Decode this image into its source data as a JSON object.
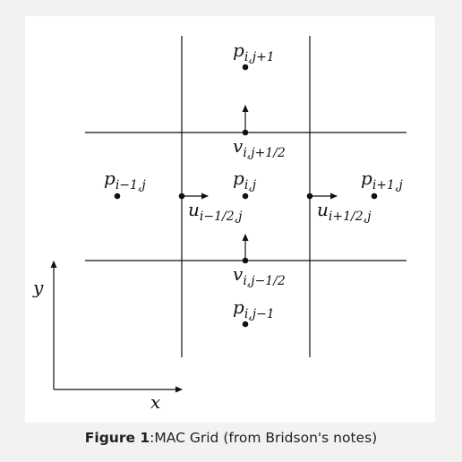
{
  "figure": {
    "caption_label": "Figure 1",
    "caption_separator": ":",
    "caption_text": "MAC Grid (from Bridson's notes)"
  },
  "labels": {
    "p_top": {
      "base": "p",
      "sub": "i,j+1"
    },
    "v_top": {
      "base": "v",
      "sub": "i,j+1/2"
    },
    "p_left": {
      "base": "p",
      "sub": "i−1,j"
    },
    "p_center": {
      "base": "p",
      "sub": "i,j"
    },
    "p_right": {
      "base": "p",
      "sub": "i+1,j"
    },
    "u_left": {
      "base": "u",
      "sub": "i−1/2,j"
    },
    "u_right": {
      "base": "u",
      "sub": "i+1/2,j"
    },
    "v_bottom": {
      "base": "v",
      "sub": "i,j−1/2"
    },
    "p_bottom": {
      "base": "p",
      "sub": "i,j−1"
    },
    "axis_x": "x",
    "axis_y": "y"
  },
  "colors": {
    "ink": "#111111",
    "panel": "#ffffff",
    "background": "#f2f2f2"
  }
}
